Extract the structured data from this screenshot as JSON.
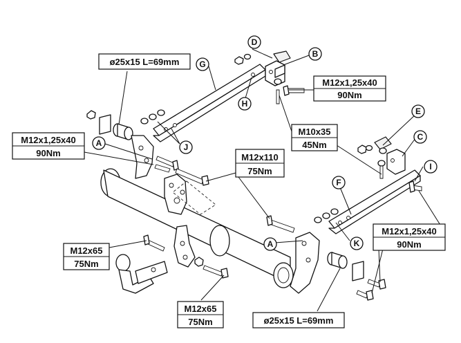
{
  "spec_labels": {
    "sleeve_top": {
      "line1": "ø25x15 L=69mm"
    },
    "bolt_b": {
      "line1": "M12x1,25x40",
      "line2": "90Nm"
    },
    "bolt_a_left": {
      "line1": "M12x1,25x40",
      "line2": "90Nm"
    },
    "bolt_d": {
      "line1": "M10x35",
      "line2": "45Nm"
    },
    "bolt_centre": {
      "line1": "M12x110",
      "line2": "75Nm"
    },
    "bolt_i": {
      "line1": "M12x1,25x40",
      "line2": "90Nm"
    },
    "bolt_towball": {
      "line1": "M12x65",
      "line2": "75Nm"
    },
    "bolt_bottom": {
      "line1": "M12x65",
      "line2": "75Nm"
    },
    "sleeve_bottom": {
      "line1": "ø25x15 L=69mm"
    }
  },
  "callouts": {
    "A1": "A",
    "A2": "A",
    "B": "B",
    "C": "C",
    "D": "D",
    "E": "E",
    "F": "F",
    "G": "G",
    "H": "H",
    "I": "I",
    "J": "J",
    "K": "K"
  }
}
